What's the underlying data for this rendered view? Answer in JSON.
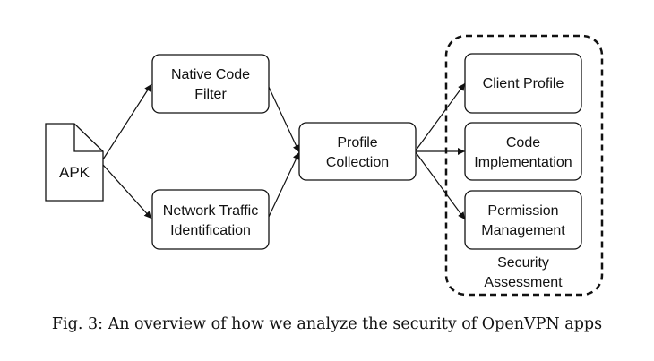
{
  "diagram": {
    "nodes": {
      "apk": {
        "label": "APK"
      },
      "native_code_filter": {
        "line1": "Native Code",
        "line2": "Filter"
      },
      "network_traffic": {
        "line1": "Network Traffic",
        "line2": "Identification"
      },
      "profile_collection": {
        "line1": "Profile",
        "line2": "Collection"
      },
      "client_profile": {
        "label": "Client Profile"
      },
      "code_implementation": {
        "line1": "Code",
        "line2": "Implementation"
      },
      "permission_management": {
        "line1": "Permission",
        "line2": "Management"
      }
    },
    "group": {
      "line1": "Security",
      "line2": "Assessment"
    },
    "edges": [
      {
        "from": "apk",
        "to": "native_code_filter"
      },
      {
        "from": "apk",
        "to": "network_traffic"
      },
      {
        "from": "native_code_filter",
        "to": "profile_collection"
      },
      {
        "from": "network_traffic",
        "to": "profile_collection"
      },
      {
        "from": "profile_collection",
        "to": "client_profile"
      },
      {
        "from": "profile_collection",
        "to": "code_implementation"
      },
      {
        "from": "profile_collection",
        "to": "permission_management"
      }
    ]
  },
  "caption": "Fig. 3: An overview of how we analyze the security of OpenVPN apps"
}
